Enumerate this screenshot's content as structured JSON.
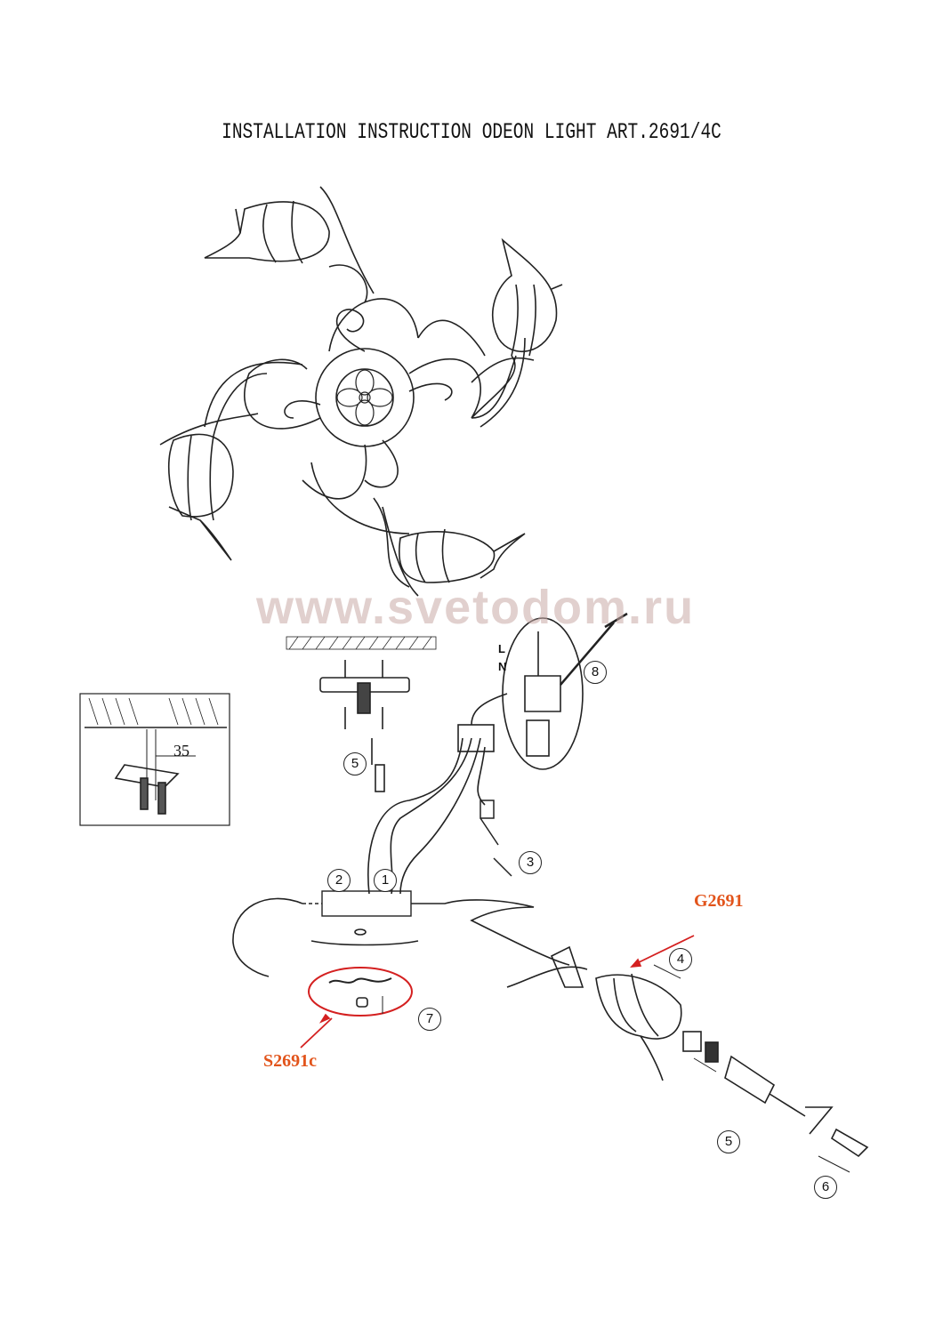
{
  "title": "INSTALLATION INSTRUCTION ODEON LIGHT ART.2691/4C",
  "watermark": "www.svetodom.ru",
  "inset": {
    "dimension": "35"
  },
  "terminal_labels": {
    "live": "L",
    "neutral": "N"
  },
  "steps": [
    "1",
    "2",
    "3",
    "4",
    "5",
    "5",
    "6",
    "7",
    "8"
  ],
  "parts": {
    "glass_shade": "G2691",
    "decor_part": "S2691c"
  },
  "colors": {
    "annotation": "#e2541b",
    "arrow": "#d42020",
    "line": "#222222"
  }
}
